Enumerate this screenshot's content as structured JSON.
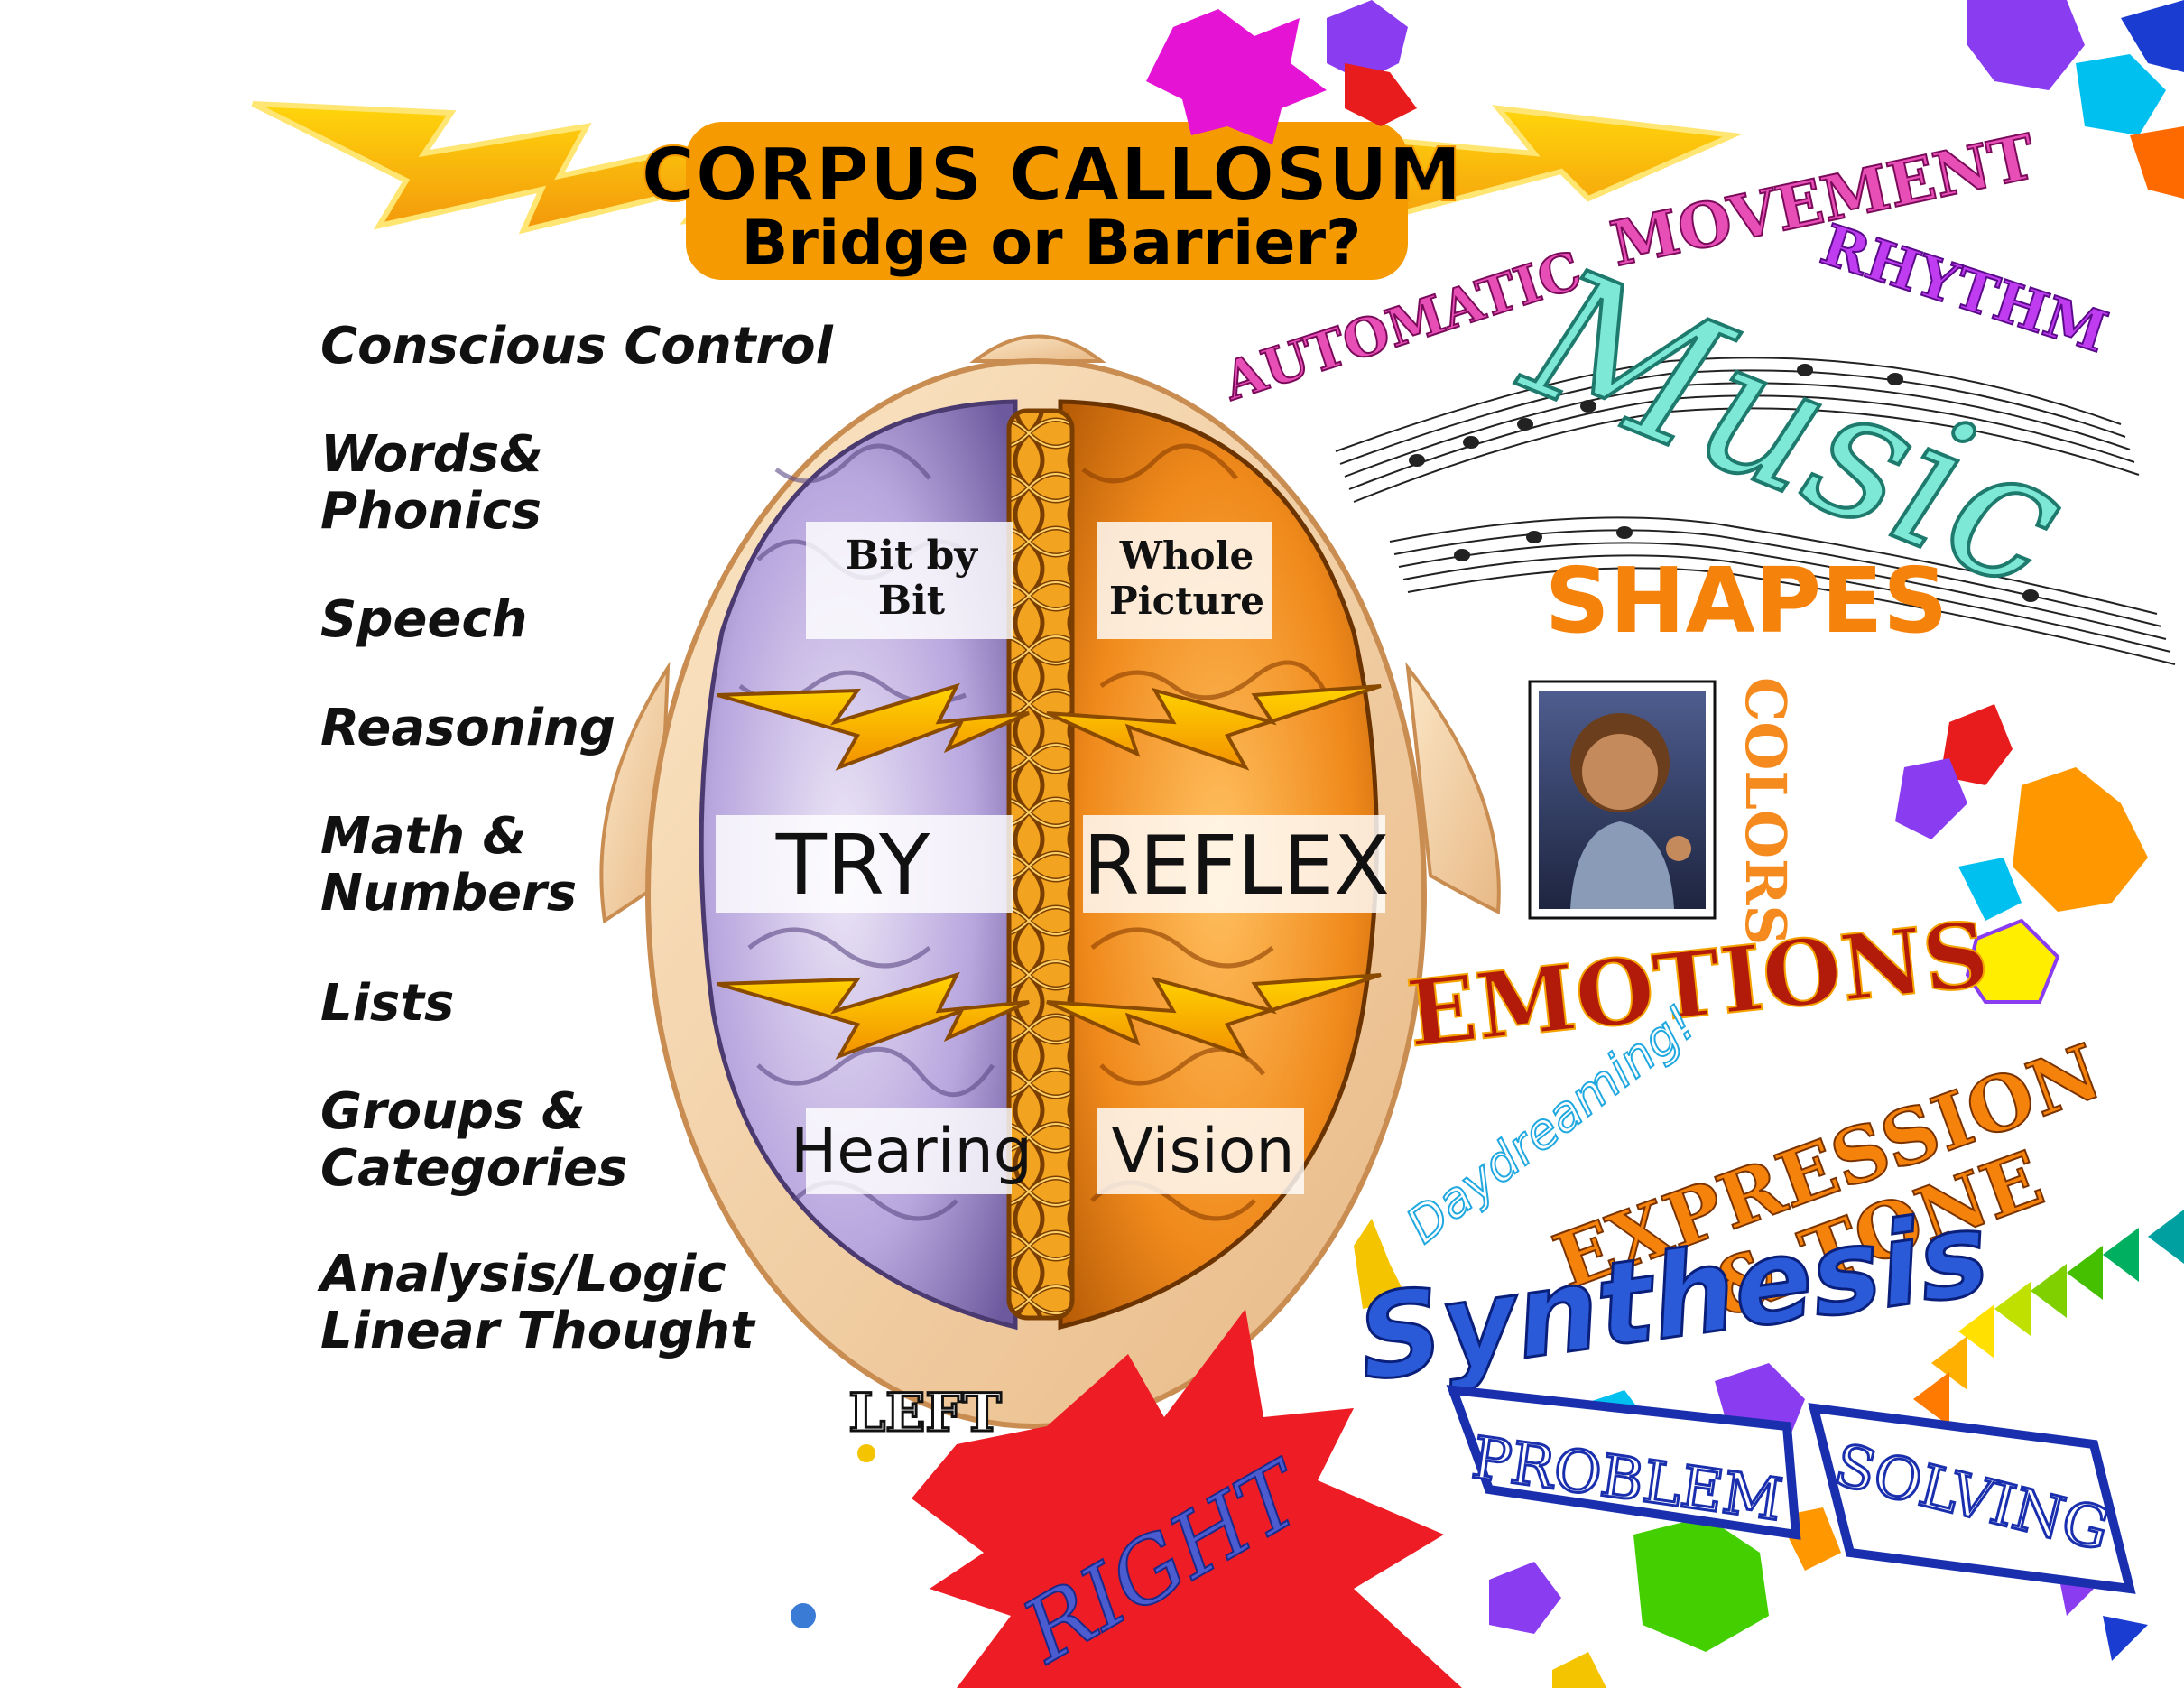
{
  "title": {
    "line1": "CORPUS CALLOSUM",
    "line2": "Bridge or Barrier?"
  },
  "left_functions": [
    {
      "line1": "Conscious Control",
      "line2": ""
    },
    {
      "line1": "Words&",
      "line2": "Phonics"
    },
    {
      "line1": "Speech",
      "line2": ""
    },
    {
      "line1": "Reasoning",
      "line2": ""
    },
    {
      "line1": "Math &",
      "line2": "Numbers"
    },
    {
      "line1": "Lists",
      "line2": ""
    },
    {
      "line1": "Groups &",
      "line2": "Categories"
    },
    {
      "line1": "Analysis/Logic",
      "line2": "Linear Thought"
    }
  ],
  "brain": {
    "left_top": {
      "line1": "Bit by",
      "line2": "Bit"
    },
    "right_top": {
      "line1": "Whole",
      "line2": "Picture"
    },
    "left_mid": "TRY",
    "right_mid": "REFLEX",
    "left_bottom": "Hearing",
    "right_bottom": "Vision"
  },
  "hemispheres": {
    "left": "LEFT",
    "right": "RIGHT"
  },
  "right_words": {
    "automatic": "AUTOMATIC",
    "movement": "MOVEMENT",
    "rhythm": "RHYTHM",
    "music": "Music",
    "shapes": "SHAPES",
    "colors": "COLORS",
    "emotions": "EMOTIONS",
    "daydreaming": "Daydreaming!",
    "expression1": "EXPRESSION",
    "expression2": "& TONE",
    "synthesis": "Synthesis",
    "problem": "PROBLEM",
    "solving": "SOLVING"
  },
  "colors": {
    "title": "#000000",
    "bolt": "#f5a300",
    "left_brain": "#b7a4dc",
    "right_brain": "#f08a1c",
    "splat_red": "#ee1c24",
    "ribbon_blue": "#1a2fae"
  }
}
